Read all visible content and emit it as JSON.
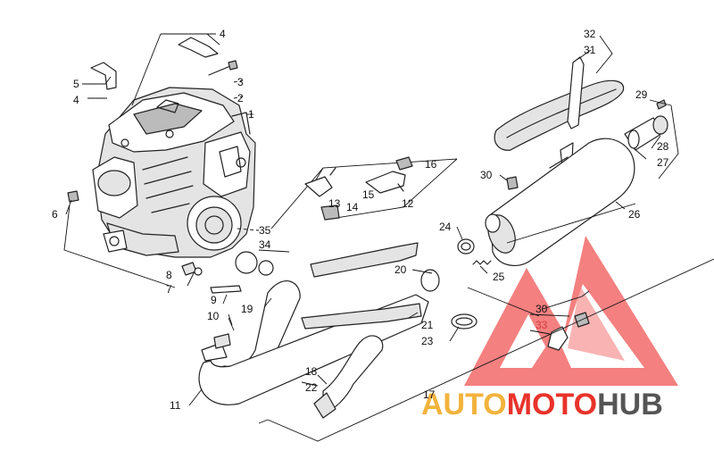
{
  "callouts": {
    "c1": "1",
    "c2": "2",
    "c3": "3",
    "c4a": "4",
    "c4b": "4",
    "c5": "5",
    "c6": "6",
    "c7": "7",
    "c8": "8",
    "c9": "9",
    "c10": "10",
    "c11": "11",
    "c12": "12",
    "c13": "13",
    "c14": "14",
    "c15": "15",
    "c16": "16",
    "c17": "17",
    "c18": "18",
    "c19": "19",
    "c20": "20",
    "c21": "21",
    "c22": "22",
    "c23": "23",
    "c24": "24",
    "c25": "25",
    "c26": "26",
    "c27": "27",
    "c28": "28",
    "c29": "29",
    "c30a": "30",
    "c30b": "30",
    "c31": "31",
    "c32": "32",
    "c33": "33",
    "c34": "34",
    "c35": "35"
  },
  "watermark": {
    "text_part1": "AUTO",
    "text_part2": "MOTO",
    "text_part3": "HUB",
    "color_auto": "#f2b33c",
    "color_moto": "#e8332a",
    "color_hub": "#555555",
    "triangle_color": "#f36b6b"
  }
}
